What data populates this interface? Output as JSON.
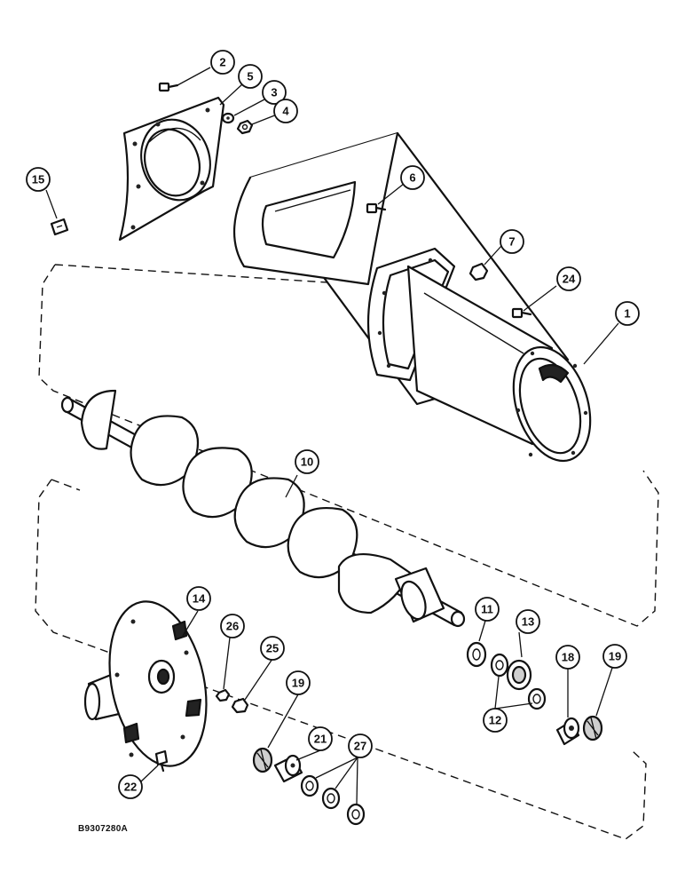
{
  "drawing_code": "B9307280A",
  "callouts": {
    "c1": "1",
    "c2": "2",
    "c3": "3",
    "c4": "4",
    "c5": "5",
    "c6": "6",
    "c7": "7",
    "c10": "10",
    "c11": "11",
    "c12": "12",
    "c13": "13",
    "c14": "14",
    "c15": "15",
    "c18": "18",
    "c19a": "19",
    "c19b": "19",
    "c21": "21",
    "c22": "22",
    "c24": "24",
    "c25": "25",
    "c26": "26",
    "c27": "27"
  },
  "colors": {
    "line": "#111111",
    "background": "#ffffff"
  }
}
